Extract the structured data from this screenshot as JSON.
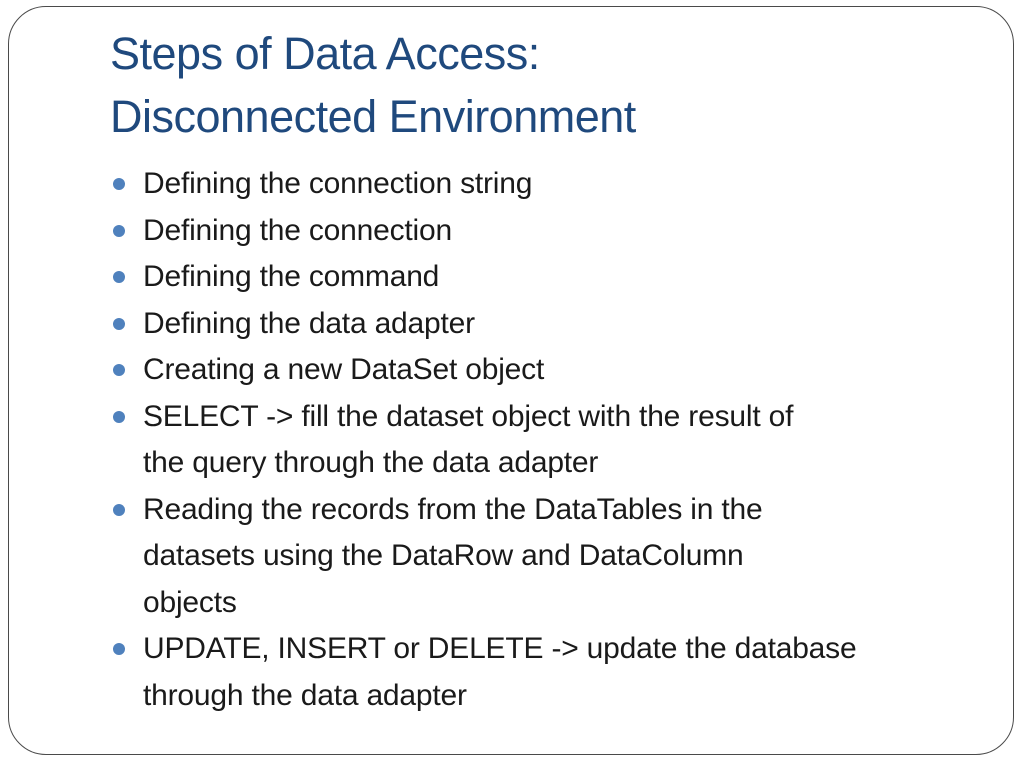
{
  "slide": {
    "title_line1": "Steps of Data Access:",
    "title_line2": "Disconnected Environment",
    "bullets": [
      "Defining the connection string",
      "Defining the connection",
      "Defining the command",
      "Defining the data adapter",
      "Creating a new DataSet object",
      "SELECT -> fill the dataset object with the result of\nthe query through the data adapter",
      "Reading the records from the DataTables in the\ndatasets using the DataRow and DataColumn\nobjects",
      "UPDATE, INSERT or DELETE -> update the database\nthrough the data adapter"
    ]
  },
  "colors": {
    "title-color": "#1F497D",
    "bullet-color": "#4F81BD",
    "body-color": "#1A1A1A",
    "frame-border-color": "#4A4A4A",
    "background": "#FFFFFF"
  }
}
